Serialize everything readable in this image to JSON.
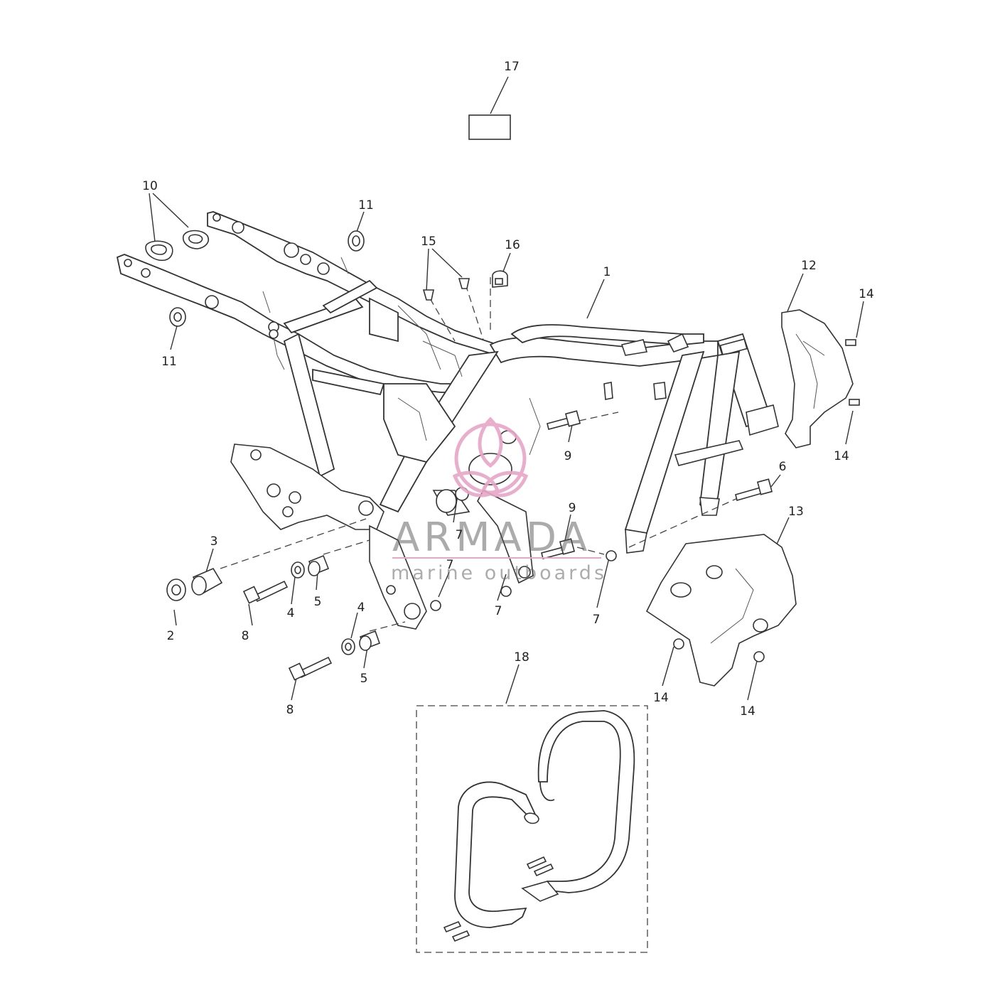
{
  "callouts": [
    {
      "id": "c17",
      "label": "17"
    },
    {
      "id": "c10",
      "label": "10"
    },
    {
      "id": "c11a",
      "label": "11"
    },
    {
      "id": "c11b",
      "label": "11"
    },
    {
      "id": "c15",
      "label": "15"
    },
    {
      "id": "c16",
      "label": "16"
    },
    {
      "id": "c1",
      "label": "1"
    },
    {
      "id": "c12",
      "label": "12"
    },
    {
      "id": "c14a",
      "label": "14"
    },
    {
      "id": "c14b",
      "label": "14"
    },
    {
      "id": "c9a",
      "label": "9"
    },
    {
      "id": "c6",
      "label": "6"
    },
    {
      "id": "c13",
      "label": "13"
    },
    {
      "id": "c9b",
      "label": "9"
    },
    {
      "id": "c3",
      "label": "3"
    },
    {
      "id": "c2",
      "label": "2"
    },
    {
      "id": "c8a",
      "label": "8"
    },
    {
      "id": "c4a",
      "label": "4"
    },
    {
      "id": "c5a",
      "label": "5"
    },
    {
      "id": "c7a",
      "label": "7"
    },
    {
      "id": "c7b",
      "label": "7"
    },
    {
      "id": "c7c",
      "label": "7"
    },
    {
      "id": "c7d",
      "label": "7"
    },
    {
      "id": "c4b",
      "label": "4"
    },
    {
      "id": "c5b",
      "label": "5"
    },
    {
      "id": "c8b",
      "label": "8"
    },
    {
      "id": "c14c",
      "label": "14"
    },
    {
      "id": "c14d",
      "label": "14"
    },
    {
      "id": "c18",
      "label": "18"
    }
  ],
  "watermark": {
    "brand": "ARMADA",
    "tagline": "marine outboards",
    "logo_color": "#e8a6c8"
  }
}
